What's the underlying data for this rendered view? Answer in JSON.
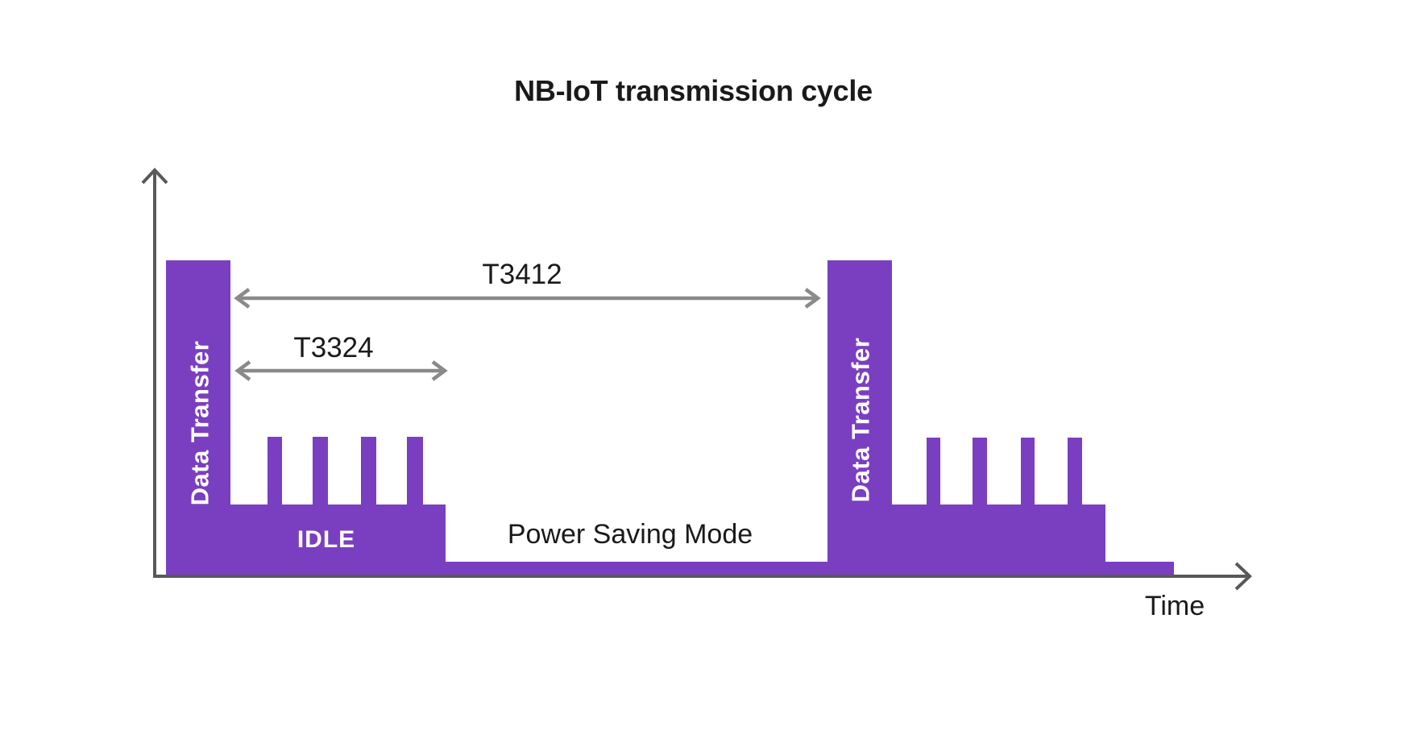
{
  "title": "NB-IoT transmission cycle",
  "labels": {
    "data_transfer_1": "Data Transfer",
    "data_transfer_2": "Data Transfer",
    "idle": "IDLE",
    "power_saving_mode": "Power Saving Mode",
    "time_axis": "Time",
    "timer_t3412": "T3412",
    "timer_t3324": "T3324"
  },
  "colors": {
    "background": "#ffffff",
    "waveform": "#7a3fc0",
    "axis": "#595959",
    "timer_arrow": "#8a8a8a",
    "ink": "#1a1a1a",
    "label_on_purple": "#ffffff"
  },
  "icons": {
    "y_axis_arrow": "chevron-up",
    "x_axis_arrow": "chevron-right",
    "t3412_arrow": "double-headed-horizontal-arrow",
    "t3324_arrow": "double-headed-horizontal-arrow"
  },
  "diagram": {
    "type": "timing-diagram",
    "cycles_shown": 2,
    "paging_spikes_per_idle": 4,
    "phases": [
      "Data Transfer",
      "IDLE",
      "Power Saving Mode"
    ],
    "levels": {
      "data_transfer": "high",
      "idle": "medium",
      "power_saving_mode": "low"
    },
    "timers": [
      {
        "name": "T3412",
        "spans": "end of first Data Transfer to start of next Data Transfer"
      },
      {
        "name": "T3324",
        "spans": "IDLE (paging) period following Data Transfer"
      }
    ]
  }
}
